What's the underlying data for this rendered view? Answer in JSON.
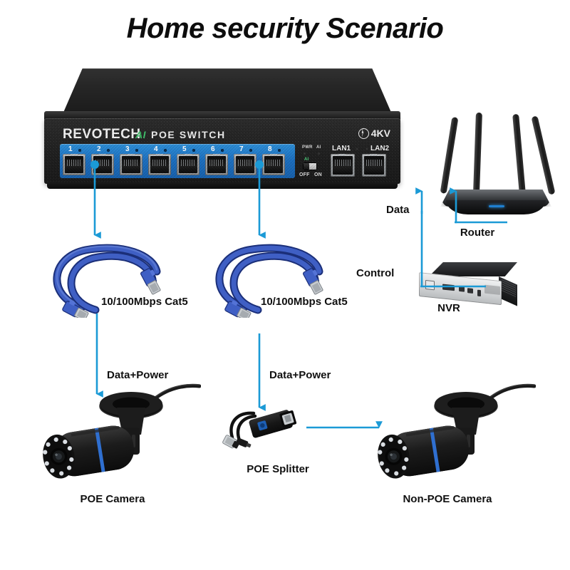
{
  "page": {
    "title": "Home security Scenario",
    "background": "#ffffff",
    "accent_arrow_color": "#1b9ad6",
    "cable_blue": "#2f4fb0"
  },
  "switch": {
    "brand": "REVOTECH",
    "ai_badge": "AI",
    "product": "POE SWITCH",
    "surge_rating": "4KV",
    "surge_icon": "lightning-bolt-icon",
    "poe_ports": [
      "1",
      "2",
      "3",
      "4",
      "5",
      "6",
      "7",
      "8"
    ],
    "indicators": [
      "PWR",
      "AI"
    ],
    "ai_toggle": {
      "label": "AI",
      "off": "OFF",
      "on": "ON",
      "state": "ON"
    },
    "uplinks": [
      "LAN1",
      "LAN2"
    ],
    "active_ports": [
      "1",
      "7"
    ]
  },
  "devices": {
    "router": {
      "caption": "Router",
      "antennas": 4
    },
    "nvr": {
      "caption": "NVR"
    },
    "poe_camera": {
      "caption": "POE Camera"
    },
    "non_poe_camera": {
      "caption": "Non-POE Camera"
    },
    "poe_splitter": {
      "caption": "POE Splitter"
    },
    "cable_left": {
      "caption": "10/100Mbps Cat5"
    },
    "cable_right": {
      "caption": "10/100Mbps Cat5"
    }
  },
  "flow_labels": {
    "data": "Data",
    "control": "Control",
    "data_power_left": "Data+Power",
    "data_power_right": "Data+Power"
  }
}
